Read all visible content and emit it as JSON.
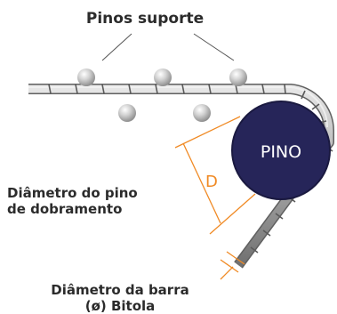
{
  "labels": {
    "support_pins": "Pinos suporte",
    "pin": "PINO",
    "dimension_letter": "D",
    "pin_diameter_line1": "Diâmetro do pino",
    "pin_diameter_line2": "de dobramento",
    "bar_diameter_line1": "Diâmetro da barra",
    "bar_diameter_line2": "(ø) Bitola"
  },
  "colors": {
    "pin_fill": "#262559",
    "dimension_orange": "#f08a24",
    "bar_gray": "#b8b8b8",
    "support_pin_gray": "#c4c4c4",
    "label_text": "#2b2b2b",
    "pin_text": "#ffffff"
  }
}
